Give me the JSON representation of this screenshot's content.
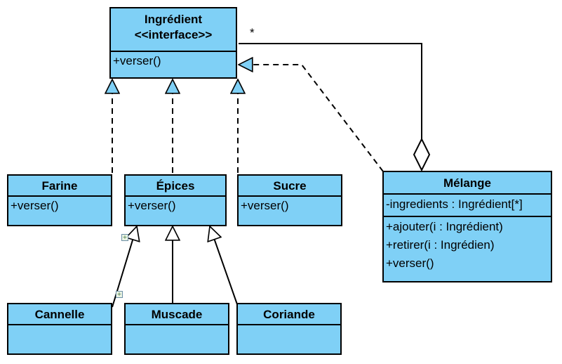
{
  "classes": {
    "ingredient": {
      "name": "Ingrédient",
      "stereotype": "<<interface>>",
      "operations": [
        "+verser()"
      ]
    },
    "farine": {
      "name": "Farine",
      "operations": [
        "+verser()"
      ]
    },
    "epices": {
      "name": "Épices",
      "operations": [
        "+verser()"
      ]
    },
    "sucre": {
      "name": "Sucre",
      "operations": [
        "+verser()"
      ]
    },
    "melange": {
      "name": "Mélange",
      "attributes": [
        "-ingredients : Ingrédient[*]"
      ],
      "operations": [
        "+ajouter(i : Ingrédient)",
        "+retirer(i : Ingrédien)",
        "+verser()"
      ]
    },
    "cannelle": {
      "name": "Cannelle"
    },
    "muscade": {
      "name": "Muscade"
    },
    "coriande": {
      "name": "Coriande"
    }
  },
  "relations": {
    "aggregation_multiplicity": "*"
  },
  "colors": {
    "class_fill": "#7fd0f6",
    "line": "#000000"
  }
}
